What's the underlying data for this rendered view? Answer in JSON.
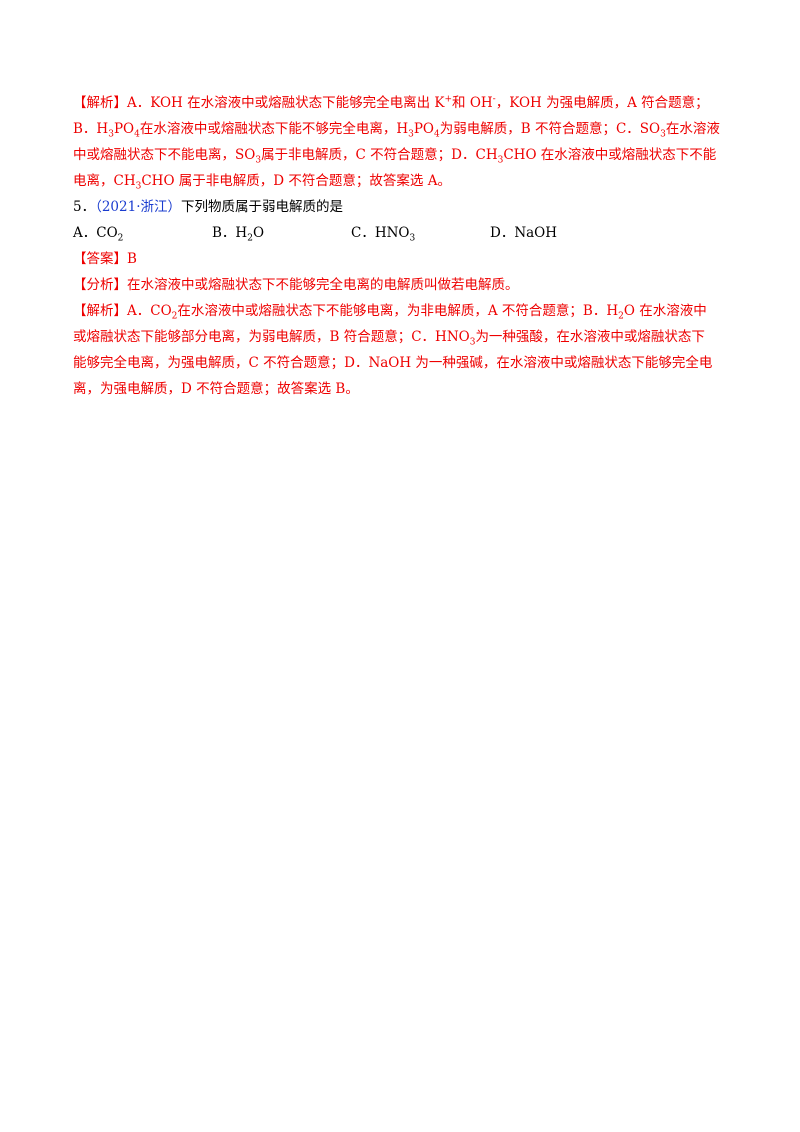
{
  "q4_explanation": {
    "tag": "【解析】",
    "line1": {
      "a": "A．KOH 在水溶液中或熔融状态下能够完全电离出 K",
      "sup1": "+",
      "b": "和 OH",
      "sup2": "-",
      "c": "，KOH 为强电解质，A 符合题意；"
    },
    "line2": {
      "a": "B．H",
      "sub1": "3",
      "b": "PO",
      "sub2": "4",
      "c": "在水溶液中或熔融状态下能不够完全电离，H",
      "sub3": "3",
      "d": "PO",
      "sub4": "4",
      "e": "为弱电解质，B 不符合题意；C．SO",
      "sub5": "3",
      "f": "在水溶液"
    },
    "line3": {
      "a": "中或熔融状态下不能电离，SO",
      "sub1": "3",
      "b": "属于非电解质，C 不符合题意；D．CH",
      "sub2": "3",
      "c": "CHO 在水溶液中或熔融状态下不能"
    },
    "line4": {
      "a": "电离，CH",
      "sub1": "3",
      "b": "CHO 属于非电解质，D 不符合题意；故答案选 A。"
    }
  },
  "q5": {
    "number": "5．",
    "source": "（2021·浙江）",
    "stem": "下列物质属于弱电解质的是",
    "options": [
      {
        "label": "A．CO",
        "sub": "2",
        "rest": ""
      },
      {
        "label": "B．H",
        "sub": "2",
        "rest": "O"
      },
      {
        "label": "C．HNO",
        "sub": "3",
        "rest": ""
      },
      {
        "label": "D．NaOH",
        "sub": "",
        "rest": ""
      }
    ],
    "answer": "【答案】B",
    "analysis_tag": "【分析】",
    "analysis": "在水溶液中或熔融状态下不能够完全电离的电解质叫做若电解质。",
    "explanation_tag": "【解析】",
    "exp_line1": {
      "a": "A．CO",
      "sub1": "2",
      "b": "在水溶液中或熔融状态下不能够电离，为非电解质，A 不符合题意；B．H",
      "sub2": "2",
      "c": "O 在水溶液中"
    },
    "exp_line2": {
      "a": "或熔融状态下能够部分电离，为弱电解质，B 符合题意；C．HNO",
      "sub1": "3",
      "b": "为一种强酸，在水溶液中或熔融状态下"
    },
    "exp_line3": "能够完全电离，为强电解质，C 不符合题意；D．NaOH 为一种强碱，在水溶液中或熔融状态下能够完全电",
    "exp_line4": "离，为强电解质，D 不符合题意；故答案选 B。"
  }
}
